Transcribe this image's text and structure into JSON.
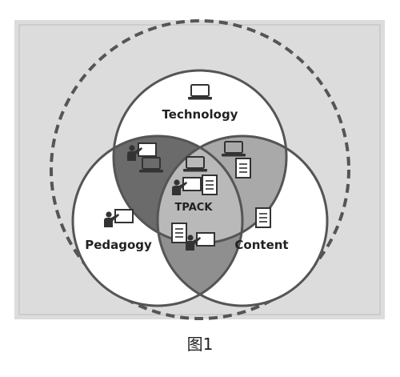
{
  "diagram": {
    "labels": {
      "technology": "Technology",
      "pedagogy": "Pedagogy",
      "content": "Content",
      "center": "TPACK"
    },
    "icons": {
      "technology": "laptop-icon",
      "pedagogy": "teacher-board-icon",
      "content": "document-icon"
    },
    "colors": {
      "background": "#dcdcdc",
      "circle_fill": "#ffffff",
      "circle_stroke": "#555555",
      "tech_pedagogy": "#6b6b6b",
      "tech_content": "#a9a9a9",
      "pedagogy_content": "#8f8f8f",
      "center": "#b9b9b9",
      "dashed_ring": "#555555"
    }
  },
  "caption": "图1"
}
